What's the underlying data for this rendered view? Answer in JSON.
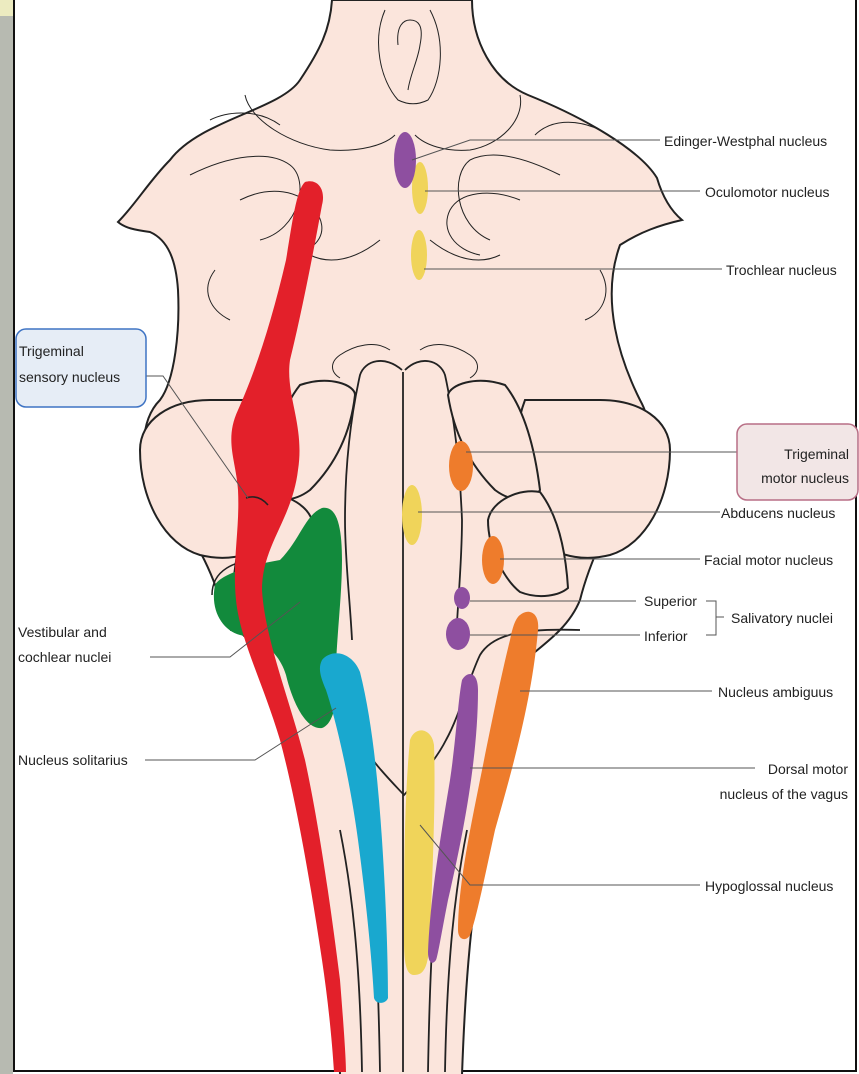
{
  "labels": {
    "edinger_westphal": "Edinger-Westphal nucleus",
    "oculomotor": "Oculomotor nucleus",
    "trochlear": "Trochlear nucleus",
    "trigeminal_sensory_line1": "Trigeminal",
    "trigeminal_sensory_line2": "sensory nucleus",
    "trigeminal_motor_line1": "Trigeminal",
    "trigeminal_motor_line2": "motor nucleus",
    "abducens": "Abducens nucleus",
    "facial_motor": "Facial motor nucleus",
    "superior": "Superior",
    "inferior": "Inferior",
    "salivatory": "Salivatory nuclei",
    "vestibular_line1": "Vestibular and",
    "vestibular_line2": "cochlear nuclei",
    "ambiguus": "Nucleus ambiguus",
    "solitarius": "Nucleus solitarius",
    "dorsal_vagus_line1": "Dorsal motor",
    "dorsal_vagus_line2": "nucleus of the vagus",
    "hypoglossal": "Hypoglossal nucleus"
  },
  "colors": {
    "tissue": "#fbe5dc",
    "outline": "#222222",
    "sensory_red": "#e3202a",
    "vestibular_green": "#128a3c",
    "solitarius_cyan": "#19a8cf",
    "motor_orange": "#ee7c2c",
    "parasympathetic_purple": "#8e4fa0",
    "somatic_yellow": "#f0d45a",
    "callout_blue_fill": "#e6edf6",
    "callout_blue_border": "#3f74c4",
    "callout_pink_fill": "#f2e6e6",
    "callout_pink_border": "#b86f86"
  }
}
